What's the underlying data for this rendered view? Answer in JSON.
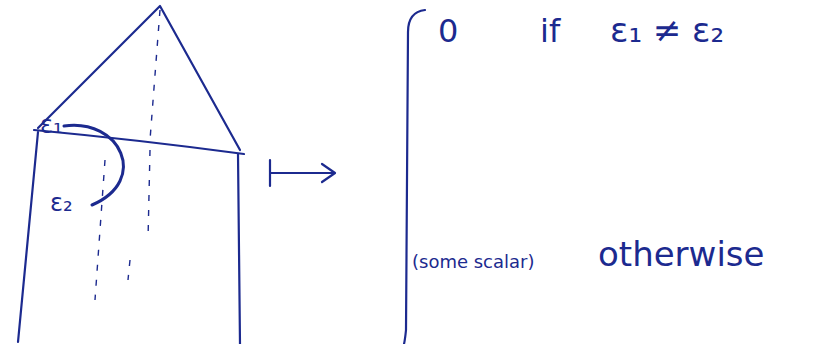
{
  "diagram": {
    "labels": [
      "ε₁",
      "ε₂",
      "0",
      "if",
      "ε₁ ≠ ε₂",
      "(some scalar)",
      "otherwise"
    ]
  }
}
